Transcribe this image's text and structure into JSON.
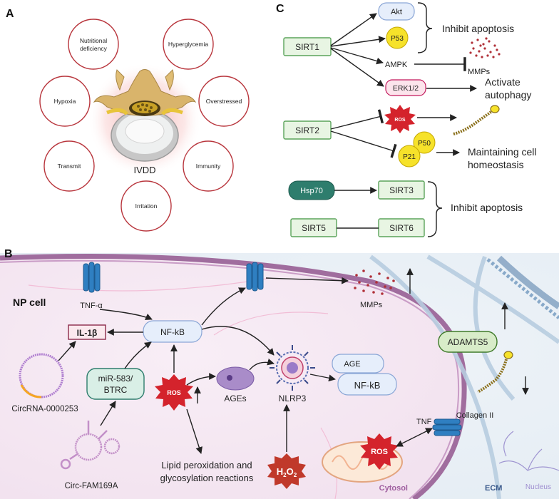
{
  "panels": {
    "a": "A",
    "b": "B",
    "c": "C"
  },
  "panel_a": {
    "center_label": "IVDD",
    "factors": {
      "nutritional_line1": "Nutritional",
      "nutritional_line2": "deficiency",
      "hyperglycemia": "Hyperglycemia",
      "overstressed": "Overstressed",
      "immunity": "Immunity",
      "irritation": "Irritation",
      "transmit": "Transmit",
      "hypoxia": "Hypoxia"
    }
  },
  "panel_c": {
    "sirt1": "SIRT1",
    "akt": "Akt",
    "p53": "P53",
    "ampk": "AMPK",
    "erk": "ERK1/2",
    "mmps": "MMPs",
    "inhibit_apoptosis_1": "Inhibit apoptosis",
    "activate_line1": "Activate",
    "activate_line2": "autophagy",
    "sirt2": "SIRT2",
    "ros": "ROS",
    "p50": "P50",
    "p21": "P21",
    "maintain_line1": "Maintaining cell",
    "maintain_line2": "homeostasis",
    "hsp70": "Hsp70",
    "sirt3": "SIRT3",
    "sirt5": "SIRT5",
    "sirt6": "SIRT6",
    "inhibit_apoptosis_2": "Inhibit apoptosis"
  },
  "panel_b": {
    "tnf_alpha": "TNF-α",
    "np_cell": "NP cell",
    "il1b": "IL-1β",
    "nfkb": "NF-kB",
    "mirna_line1": "miR-583/",
    "mirna_line2": "BTRC",
    "ros": "ROS",
    "ages": "AGEs",
    "nlrp3": "NLRP3",
    "age": "AGE",
    "nfkb2": "NF-kB",
    "mmps": "MMPs",
    "adamts5": "ADAMTS5",
    "collagen": "Collagen II",
    "circrna": "CircRNA-0000253",
    "circfam": "Circ-FAM169A",
    "lipid_line1": "Lipid peroxidation and",
    "lipid_line2": "glycosylation reactions",
    "h2o2_main": "H",
    "h2o2_sub1": "2",
    "h2o2_mid": "O",
    "h2o2_sub2": "2",
    "tnf": "TNF",
    "ros2": "ROS",
    "cytosol": "Cytosol",
    "ecm": "ECM",
    "nucleus": "Nucleus"
  },
  "colors": {
    "circle_border": "#b8353c",
    "green_box_fill": "#e8f5e3",
    "green_box_stroke": "#5aa35a",
    "dark_teal": "#2e7d6d",
    "p53_yellow": "#f6e22a",
    "ros_red": "#d4232c",
    "nfkb_fill": "#e6eefb",
    "cell_membrane": "#a06d9e",
    "cytosol_text": "#a05fa0",
    "ecm_text": "#3b5a8c"
  }
}
